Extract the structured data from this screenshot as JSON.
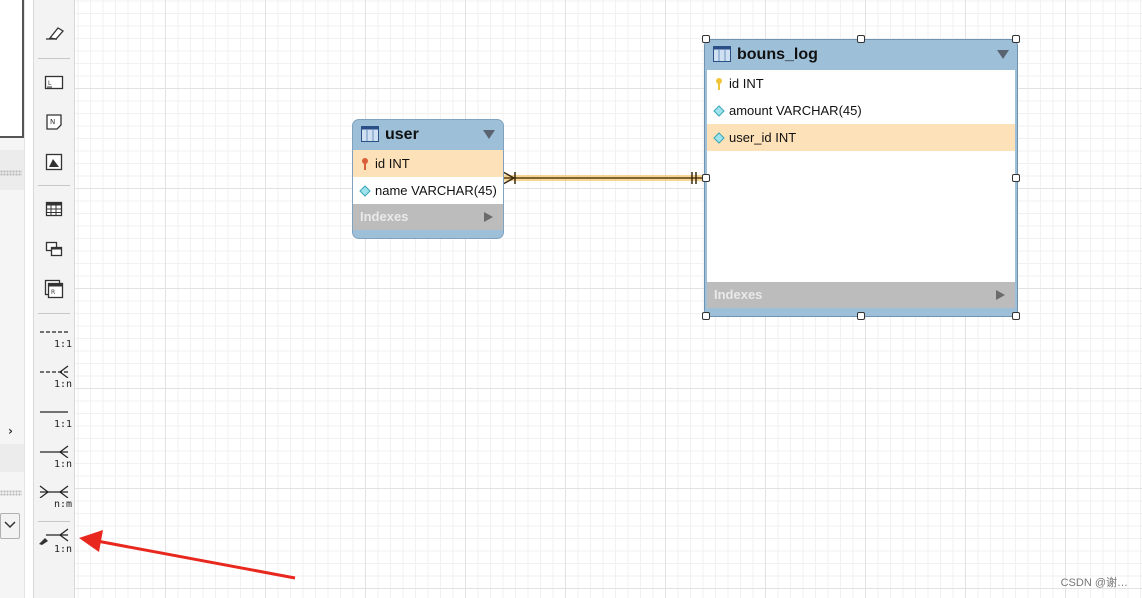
{
  "canvas": {
    "tables": [
      {
        "name": "user",
        "columns": [
          {
            "icon": "primary-key-icon",
            "label": "id INT",
            "highlighted": true
          },
          {
            "icon": "column-diamond-icon",
            "label": "name VARCHAR(45)",
            "highlighted": false
          }
        ],
        "indexes_label": "Indexes"
      },
      {
        "name": "bouns_log",
        "columns": [
          {
            "icon": "primary-key-icon",
            "label": "id INT",
            "highlighted": false
          },
          {
            "icon": "column-diamond-icon",
            "label": "amount VARCHAR(45)",
            "highlighted": false
          },
          {
            "icon": "column-diamond-icon",
            "label": "user_id INT",
            "highlighted": true
          }
        ],
        "indexes_label": "Indexes",
        "selected": true
      }
    ],
    "relationship": {
      "from": "user",
      "to": "bouns_log"
    }
  },
  "toolbar": {
    "relationship_tools": [
      {
        "name": "rel-1-1-nonidentifying",
        "label": "1:1"
      },
      {
        "name": "rel-1-n-nonidentifying",
        "label": "1:n"
      },
      {
        "name": "rel-1-1-identifying",
        "label": "1:1"
      },
      {
        "name": "rel-1-n-identifying",
        "label": "1:n"
      },
      {
        "name": "rel-n-m",
        "label": "n:m"
      },
      {
        "name": "rel-1-n-existing-columns",
        "label": "1:n"
      }
    ]
  },
  "annotation": {
    "color": "#e8281e"
  },
  "watermark": "CSDN @谢…"
}
